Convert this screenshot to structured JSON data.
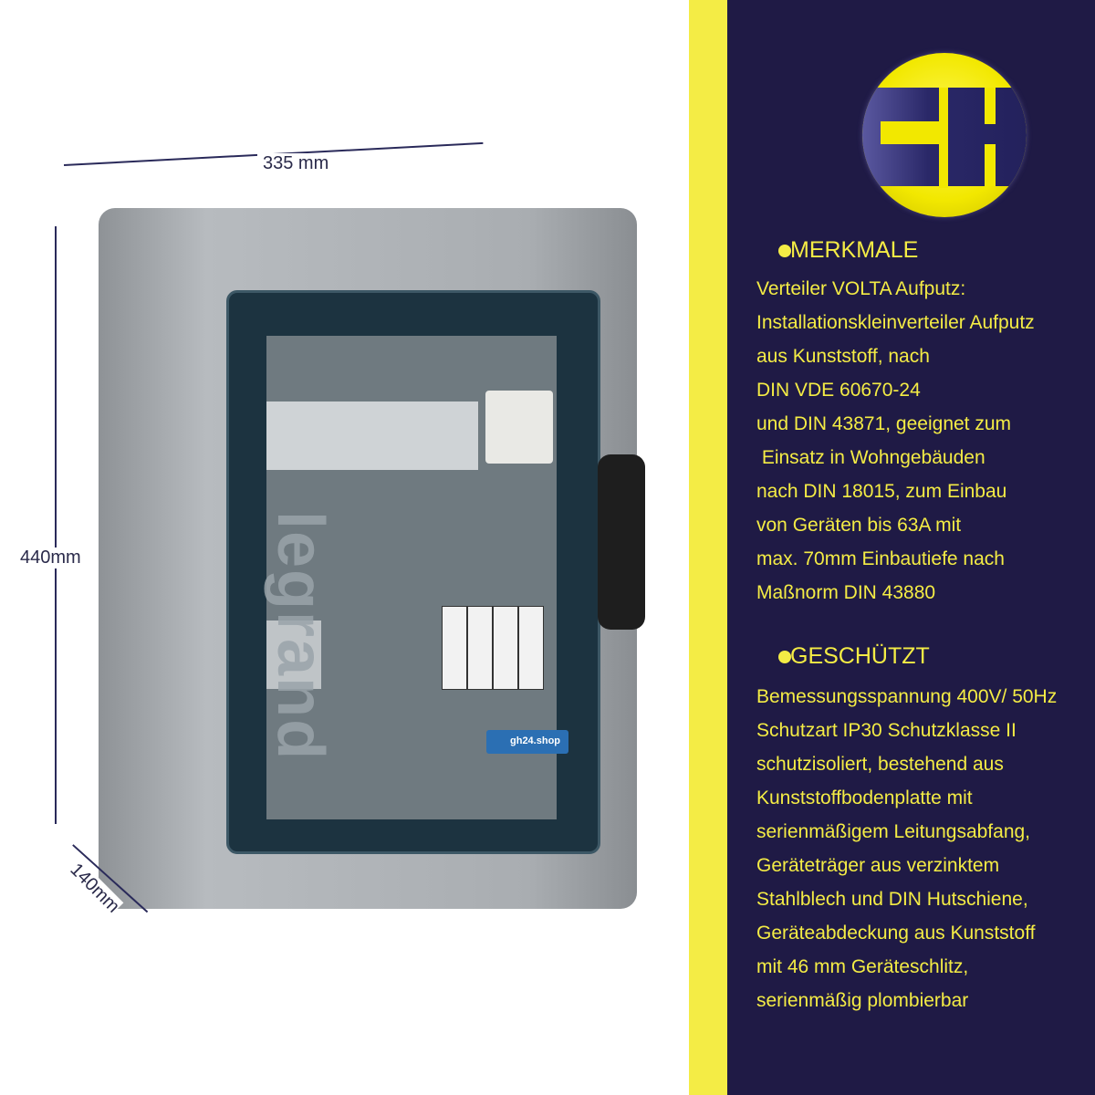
{
  "dimensions": {
    "width": "335 mm",
    "height": "440mm",
    "depth": "140mm"
  },
  "product": {
    "brand_print": "legrand",
    "shop_label": "gh24.shop"
  },
  "logo": {
    "letters": "GH"
  },
  "sections": [
    {
      "title": "MERKMALE",
      "lines": [
        "Verteiler VOLTA Aufputz:",
        "Installationskleinverteiler Aufputz",
        "aus Kunststoff, nach",
        "DIN VDE 60670-24",
        "und DIN 43871, geeignet zum",
        " Einsatz in Wohngebäuden",
        "nach DIN 18015, zum Einbau",
        "von Geräten bis 63A mit",
        "max. 70mm Einbautiefe nach",
        "Maßnorm DIN 43880"
      ]
    },
    {
      "title": "GESCHÜTZT",
      "lines": [
        "Bemessungsspannung 400V/ 50Hz",
        "Schutzart IP30 Schutzklasse II",
        "schutzisoliert, bestehend aus",
        "Kunststoffbodenplatte mit",
        "serienmäßigem Leitungsabfang,",
        "Geräteträger aus verzinktem",
        "Stahlblech und DIN Hutschiene,",
        "Geräteabdeckung aus Kunststoff",
        "mit 46 mm Geräteschlitz,",
        "serienmäßig plombierbar"
      ]
    }
  ],
  "colors": {
    "navy": "#1f1a45",
    "yellow": "#f4ec45"
  }
}
